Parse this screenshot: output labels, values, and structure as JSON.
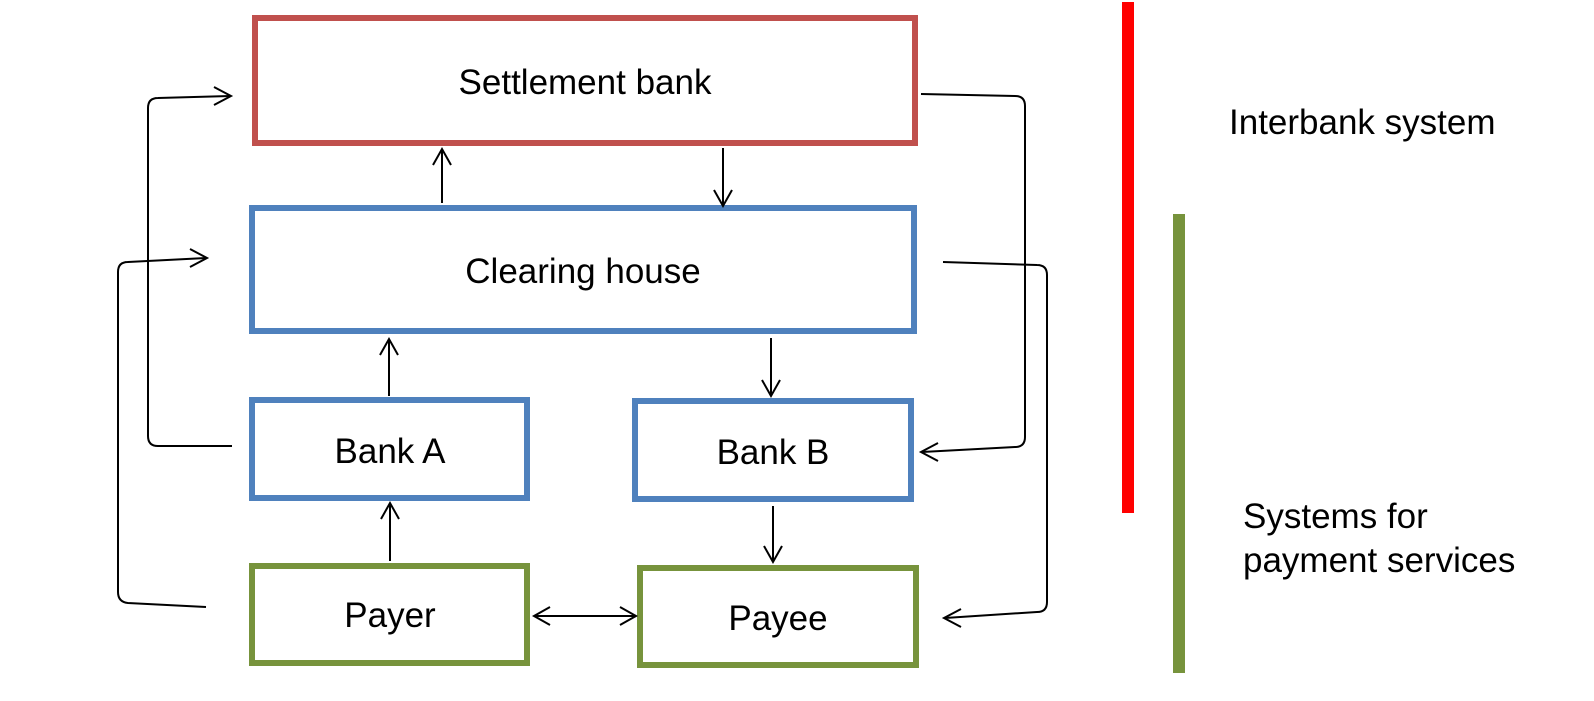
{
  "nodes": {
    "settlement_bank": {
      "label": "Settlement bank",
      "color": "#C0504D"
    },
    "clearing_house": {
      "label": "Clearing house",
      "color": "#4F81BD"
    },
    "bank_a": {
      "label": "Bank A",
      "color": "#4F81BD"
    },
    "bank_b": {
      "label": "Bank B",
      "color": "#4F81BD"
    },
    "payer": {
      "label": "Payer",
      "color": "#77933C"
    },
    "payee": {
      "label": "Payee",
      "color": "#77933C"
    }
  },
  "legend": {
    "interbank": {
      "label": "Interbank system",
      "color": "#FF0000"
    },
    "payment_services": {
      "line1": "Systems for",
      "line2": "payment services",
      "color": "#77933C"
    }
  },
  "edges": [
    {
      "from": "bank_a",
      "to": "clearing_house"
    },
    {
      "from": "payer",
      "to": "bank_a"
    },
    {
      "from": "clearing_house",
      "to": "settlement_bank"
    },
    {
      "from": "settlement_bank",
      "to": "clearing_house"
    },
    {
      "from": "clearing_house",
      "to": "bank_b"
    },
    {
      "from": "bank_b",
      "to": "payee"
    },
    {
      "from": "payer",
      "to": "payee",
      "bidirectional": true
    },
    {
      "from": "bank_a",
      "to": "settlement_bank"
    },
    {
      "from": "payer",
      "to": "clearing_house"
    },
    {
      "from": "settlement_bank",
      "to": "bank_b"
    },
    {
      "from": "clearing_house",
      "to": "payee"
    }
  ]
}
